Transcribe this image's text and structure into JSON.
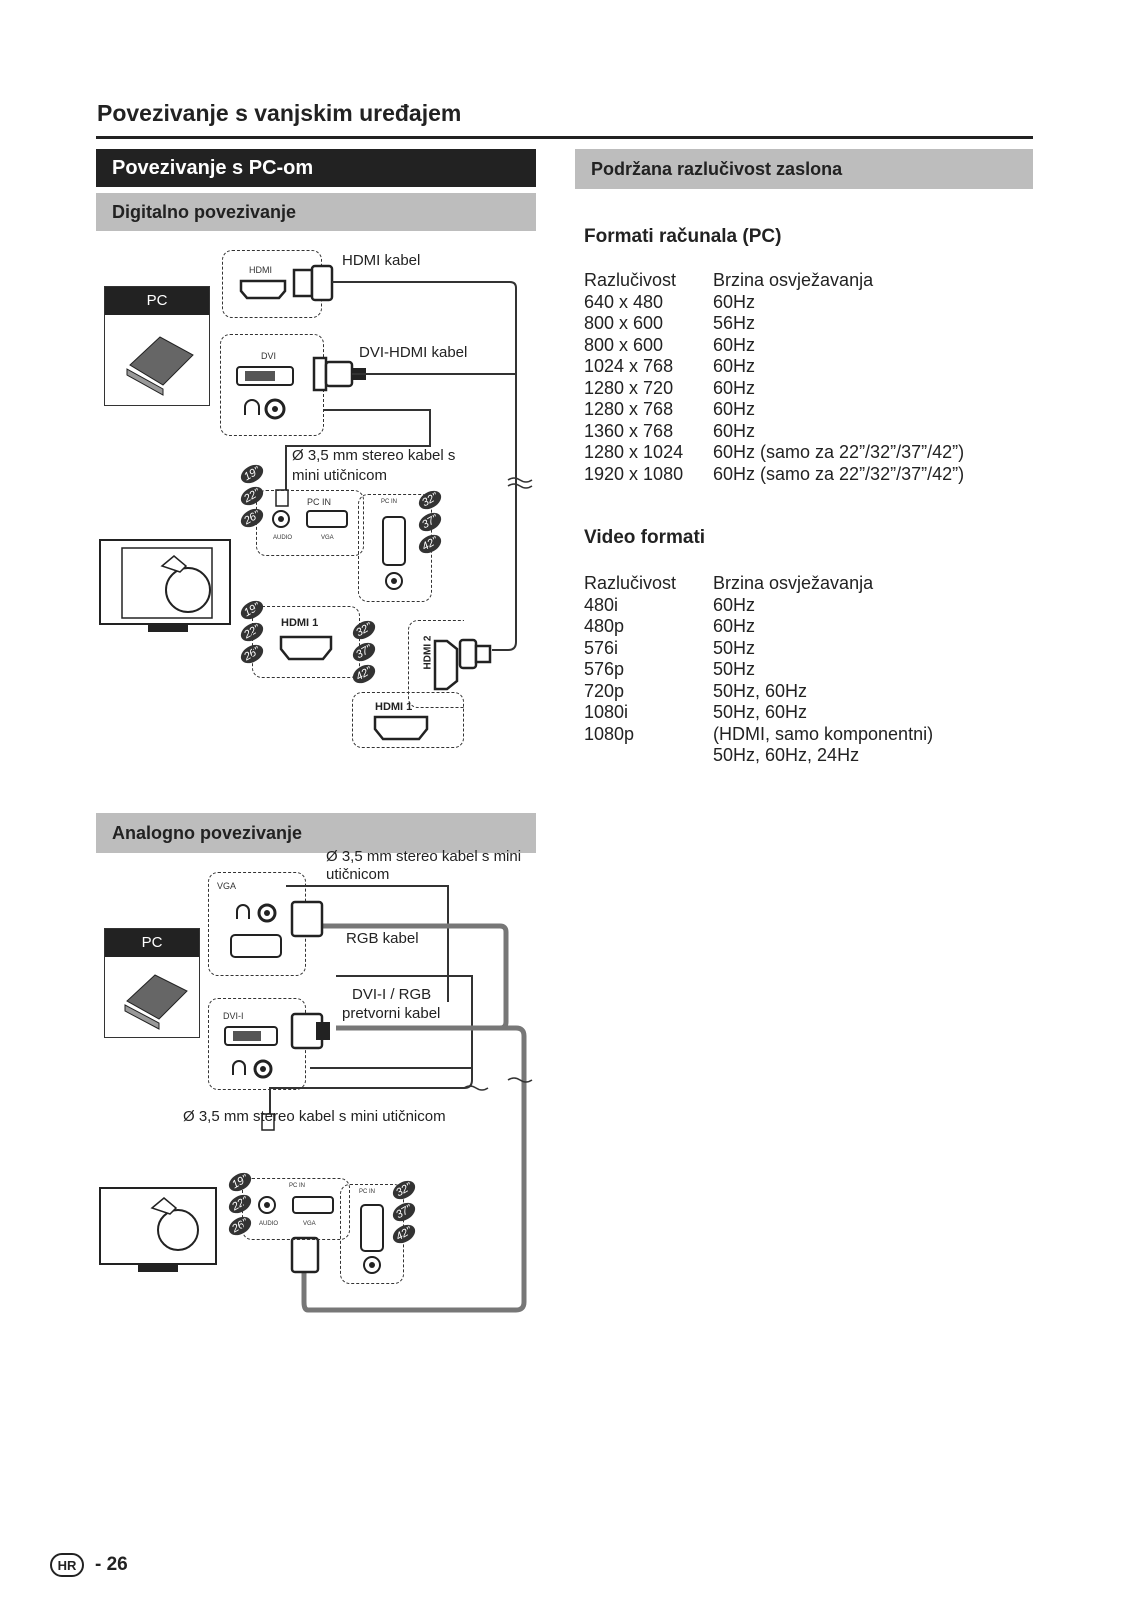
{
  "page_title": "Povezivanje s vanjskim uređajem",
  "left": {
    "section_title": "Povezivanje s PC-om",
    "digital": {
      "heading": "Digitalno povezivanje",
      "pc_label": "PC",
      "hdmi_port_label": "HDMI",
      "dvi_port_label": "DVI",
      "hdmi_cable": "HDMI kabel",
      "dvi_hdmi_cable": "DVI-HDMI kabel",
      "stereo_cable_line1": "Ø 3,5 mm stereo kabel s",
      "stereo_cable_line2": "mini utičnicom",
      "pc_in": "PC IN",
      "audio": "AUDIO",
      "vga": "VGA",
      "hdmi1": "HDMI 1",
      "hdmi2": "HDMI 2"
    },
    "analog": {
      "heading": "Analogno povezivanje",
      "pc_label": "PC",
      "vga_label": "VGA",
      "dvii_label": "DVI-I",
      "stereo_top_line1": "Ø 3,5 mm stereo kabel s mini",
      "stereo_top_line2": "utičnicom",
      "rgb_cable": "RGB kabel",
      "converter_line1": "DVI-I / RGB",
      "converter_line2": "pretvorni kabel",
      "stereo_bottom": "Ø 3,5 mm stereo kabel s mini utičnicom",
      "pc_in": "PC IN",
      "audio": "AUDIO",
      "vga": "VGA"
    },
    "sizes_small": [
      "19\"",
      "22\"",
      "26\""
    ],
    "sizes_large": [
      "32\"",
      "37\"",
      "42\""
    ]
  },
  "right": {
    "section_title": "Podržana razlučivost zaslona",
    "pc_formats": {
      "heading": "Formati računala (PC)",
      "col1": "Razlučivost",
      "col2": "Brzina osvježavanja",
      "rows": [
        [
          "640 x 480",
          "60Hz"
        ],
        [
          "800 x 600",
          "56Hz"
        ],
        [
          "800 x 600",
          "60Hz"
        ],
        [
          "1024 x 768",
          "60Hz"
        ],
        [
          "1280 x 720",
          "60Hz"
        ],
        [
          "1280 x 768",
          "60Hz"
        ],
        [
          "1360 x 768",
          "60Hz"
        ],
        [
          "1280 x 1024",
          "60Hz (samo za 22”/32”/37”/42”)"
        ],
        [
          "1920 x 1080",
          "60Hz (samo za 22”/32”/37”/42”)"
        ]
      ]
    },
    "video_formats": {
      "heading": "Video formati",
      "col1": "Razlučivost",
      "col2": "Brzina osvježavanja",
      "rows": [
        [
          "480i",
          "60Hz"
        ],
        [
          "480p",
          "60Hz"
        ],
        [
          "576i",
          "50Hz"
        ],
        [
          "576p",
          "50Hz"
        ],
        [
          "720p",
          "50Hz, 60Hz"
        ],
        [
          "1080i",
          "50Hz, 60Hz"
        ],
        [
          "1080p",
          "(HDMI, samo komponentni)"
        ],
        [
          "",
          "50Hz, 60Hz, 24Hz"
        ]
      ]
    }
  },
  "footer": {
    "lang_badge": "HR",
    "page_number": "- 26"
  }
}
